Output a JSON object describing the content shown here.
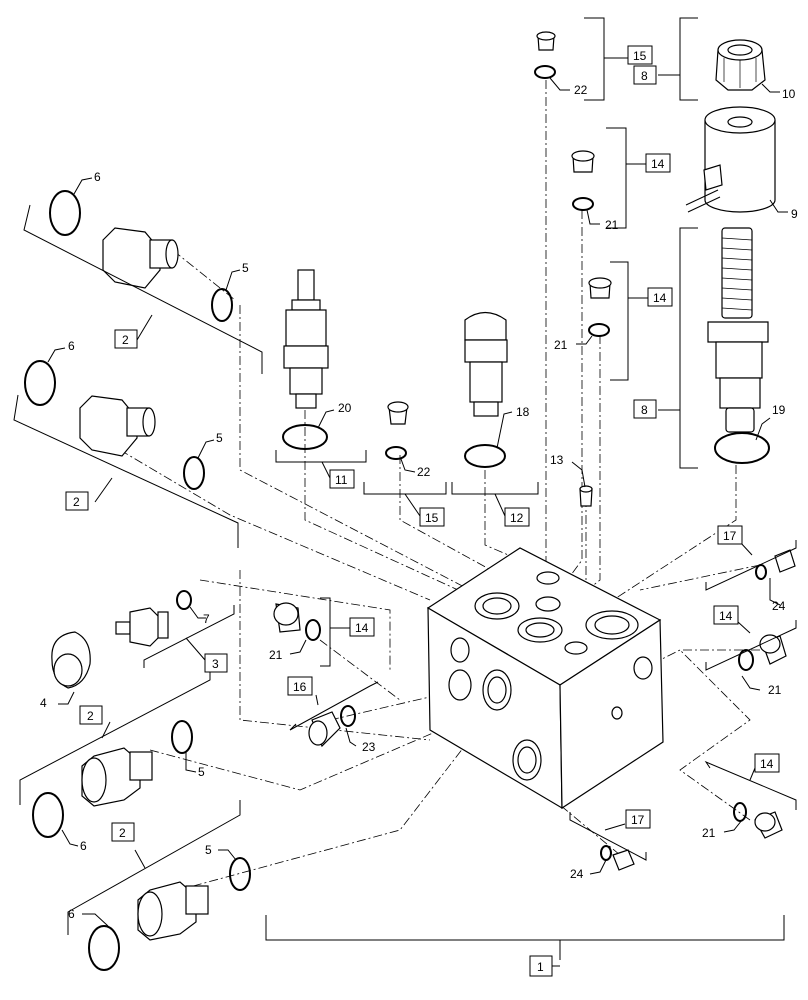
{
  "callouts": [
    {
      "id": "c10",
      "text": "10"
    },
    {
      "id": "c22a",
      "text": "22"
    },
    {
      "id": "c15a",
      "text": "15"
    },
    {
      "id": "c8a",
      "text": "8"
    },
    {
      "id": "c9",
      "text": "9"
    },
    {
      "id": "c14a",
      "text": "14"
    },
    {
      "id": "c21a",
      "text": "21"
    },
    {
      "id": "c14b",
      "text": "14"
    },
    {
      "id": "c21b",
      "text": "21"
    },
    {
      "id": "c8b",
      "text": "8"
    },
    {
      "id": "c19",
      "text": "19"
    },
    {
      "id": "c6a",
      "text": "6"
    },
    {
      "id": "c5a",
      "text": "5"
    },
    {
      "id": "c2a",
      "text": "2"
    },
    {
      "id": "c6b",
      "text": "6"
    },
    {
      "id": "c5b",
      "text": "5"
    },
    {
      "id": "c2b",
      "text": "2"
    },
    {
      "id": "c20",
      "text": "20"
    },
    {
      "id": "c11",
      "text": "11"
    },
    {
      "id": "c22b",
      "text": "22"
    },
    {
      "id": "c15b",
      "text": "15"
    },
    {
      "id": "c18",
      "text": "18"
    },
    {
      "id": "c12",
      "text": "12"
    },
    {
      "id": "c13",
      "text": "13"
    },
    {
      "id": "c17a",
      "text": "17"
    },
    {
      "id": "c24a",
      "text": "24"
    },
    {
      "id": "c14c",
      "text": "14"
    },
    {
      "id": "c21c",
      "text": "21"
    },
    {
      "id": "c7",
      "text": "7"
    },
    {
      "id": "c3",
      "text": "3"
    },
    {
      "id": "c4",
      "text": "4"
    },
    {
      "id": "c14d",
      "text": "14"
    },
    {
      "id": "c21d",
      "text": "21"
    },
    {
      "id": "c16",
      "text": "16"
    },
    {
      "id": "c23",
      "text": "23"
    },
    {
      "id": "c2c",
      "text": "2"
    },
    {
      "id": "c5c",
      "text": "5"
    },
    {
      "id": "c6c",
      "text": "6"
    },
    {
      "id": "c14e",
      "text": "14"
    },
    {
      "id": "c21e",
      "text": "21"
    },
    {
      "id": "c17b",
      "text": "17"
    },
    {
      "id": "c24b",
      "text": "24"
    },
    {
      "id": "c2d",
      "text": "2"
    },
    {
      "id": "c5d",
      "text": "5"
    },
    {
      "id": "c6d",
      "text": "6"
    },
    {
      "id": "c1",
      "text": "1"
    }
  ]
}
